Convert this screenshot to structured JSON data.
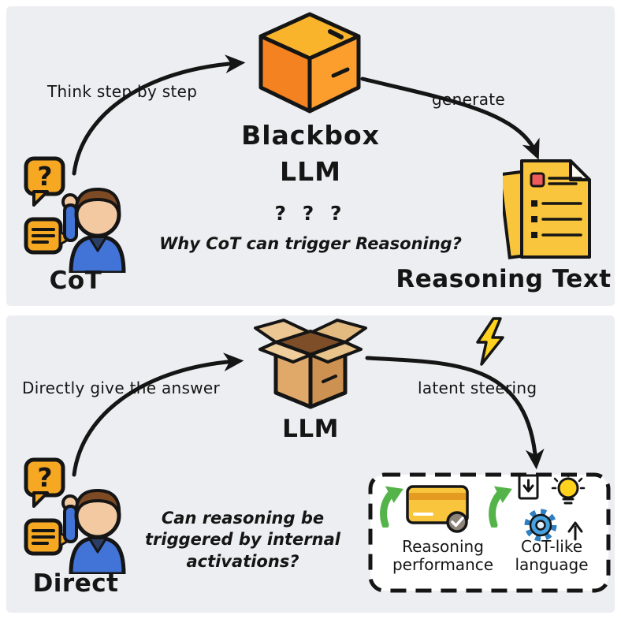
{
  "figure": {
    "top_panel": {
      "prompt_arrow_label": "Think step by step",
      "model_title_line1": "Blackbox",
      "model_title_line2": "LLM",
      "mystery_marks": "? ? ?",
      "research_question": "Why CoT can trigger Reasoning?",
      "generate_arrow_label": "generate",
      "user_label": "CoT",
      "output_label": "Reasoning Text"
    },
    "bottom_panel": {
      "prompt_arrow_label": "Directly give the answer",
      "model_title": "LLM",
      "steering_arrow_label": "latent steering",
      "research_question": "Can reasoning be triggered by internal activations?",
      "user_label": "Direct",
      "outcome_box": {
        "outcome1": "Reasoning performance",
        "outcome2": "CoT-like language"
      }
    },
    "speech_bubble_glyph": "?"
  },
  "icons": {
    "top_panel": [
      "question-bubble-icon",
      "list-bubble-icon",
      "person-icon",
      "closed-box-icon",
      "documents-icon"
    ],
    "bottom_panel": [
      "question-bubble-icon",
      "list-bubble-icon",
      "person-icon",
      "open-box-icon",
      "lightning-icon",
      "green-up-arrow-icon",
      "credit-card-check-icon",
      "download-doc-icon",
      "lightbulb-icon",
      "gear-icon",
      "up-arrow-icon"
    ]
  },
  "colors": {
    "panel_bg": "#edeef1",
    "ink": "#151515",
    "accent_orange": "#f6a823",
    "box_orange": "#f58220",
    "cardboard_tan": "#e0a96a",
    "doc_yellow": "#f9c53d",
    "bolt_yellow": "#ffd21e",
    "arrow_green": "#54b44a",
    "gear_blue": "#45a1e0"
  }
}
